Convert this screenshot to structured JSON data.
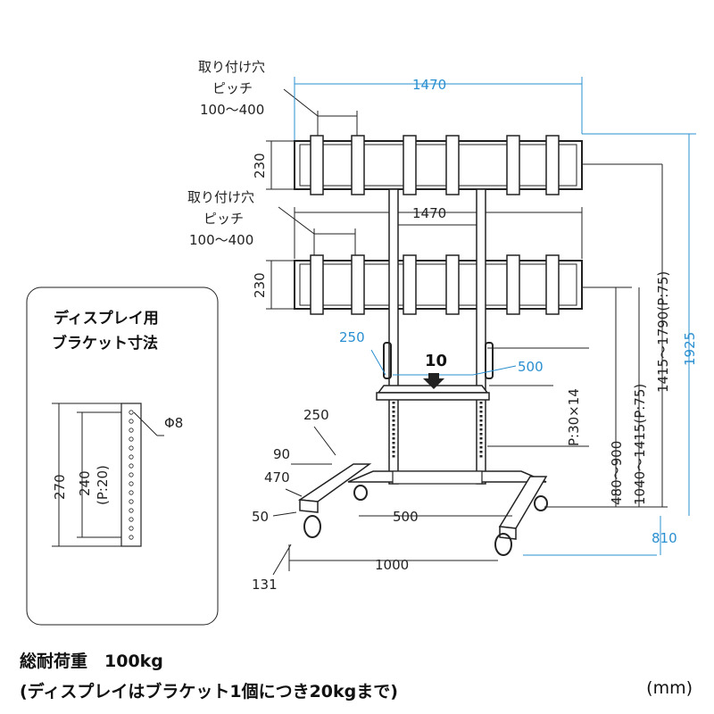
{
  "monitor_upper": {
    "pitch_label_line1": "取り付け穴",
    "pitch_label_line2": "ピッチ",
    "pitch_range": "100～400",
    "width": "1470",
    "height": "230"
  },
  "monitor_lower": {
    "pitch_label_line1": "取り付け穴",
    "pitch_label_line2": "ピッチ",
    "pitch_range": "100～400",
    "width": "1470",
    "height": "230"
  },
  "shelf": {
    "depth": "250",
    "width": "500",
    "load": "10",
    "pitch_steps": "P:30×14"
  },
  "heights": {
    "shelf_height": "480～900",
    "lower_mount": "1040～1415(P:75)",
    "upper_mount": "1415～1790(P:75)",
    "total": "1925"
  },
  "base": {
    "foot_width": "90",
    "foot_length": "250",
    "foot_depth": "470",
    "foot_height": "50",
    "inner_width": "500",
    "overall_width": "1000",
    "depth": "810",
    "caster_offset": "131"
  },
  "bracket_inset": {
    "title_line1": "ディスプレイ用",
    "title_line2": "ブラケット寸法",
    "hole": "Φ8",
    "length": "270",
    "pitch_length": "240",
    "pitch": "(P:20)"
  },
  "footer": {
    "load_text": "総耐荷重　100kg",
    "note_text": "(ディスプレイはブラケット1個につき20kgまで)",
    "unit": "(mm)"
  },
  "colors": {
    "line": "#222222",
    "accent_blue": "#2a8fd0"
  }
}
